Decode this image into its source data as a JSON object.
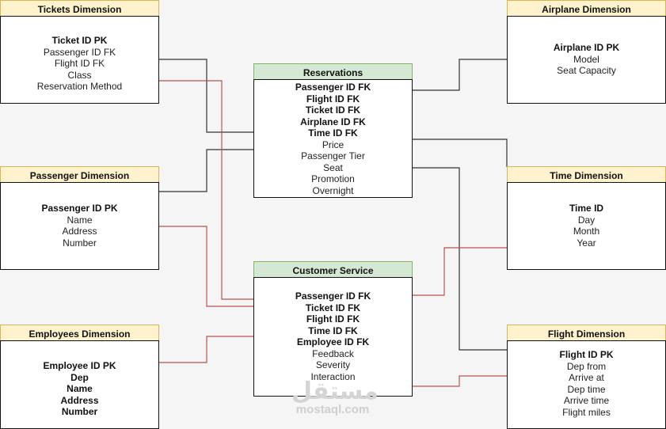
{
  "entities": {
    "tickets": {
      "title": "Tickets Dimension",
      "attrs": [
        "Ticket ID PK",
        "Passenger ID FK",
        "Flight ID FK",
        "Class",
        "Reservation Method"
      ]
    },
    "airplane": {
      "title": "Airplane Dimension",
      "attrs": [
        "Airplane ID PK",
        "Model",
        "Seat Capacity"
      ]
    },
    "reservations": {
      "title": "Reservations",
      "attrs": [
        "Passenger ID FK",
        "Flight ID FK",
        "Ticket ID FK",
        "Airplane ID FK",
        "Time ID FK",
        "Price",
        "Passenger Tier",
        "Seat",
        "Promotion",
        "Overnight"
      ]
    },
    "passenger": {
      "title": "Passenger Dimension",
      "attrs": [
        "Passenger ID PK",
        "Name",
        "Address",
        "Number"
      ]
    },
    "time": {
      "title": "Time Dimension",
      "attrs": [
        "Time ID",
        "Day",
        "Month",
        "Year"
      ]
    },
    "customer_service": {
      "title": "Customer Service",
      "attrs": [
        "Passenger ID FK",
        "Ticket ID FK",
        "Flight ID FK",
        "Time ID FK",
        "Employee ID FK",
        "Feedback",
        "Severity",
        "Interaction"
      ]
    },
    "employees": {
      "title": "Employees Dimension",
      "attrs": [
        "Employee ID PK",
        "Dep",
        "Name",
        "Address",
        "Number"
      ]
    },
    "flight": {
      "title": "Flight Dimension",
      "attrs": [
        "Flight ID PK",
        "Dep from",
        "Arrive at",
        "Dep time",
        "Arrive time",
        "Flight miles"
      ]
    }
  },
  "colors": {
    "dimension_header": "#fff2cc",
    "fact_header": "#d5e8d4",
    "line_black": "#333333",
    "line_red": "#b85450"
  },
  "watermark": {
    "logo": "مستقل",
    "site": "mostaql.com"
  }
}
